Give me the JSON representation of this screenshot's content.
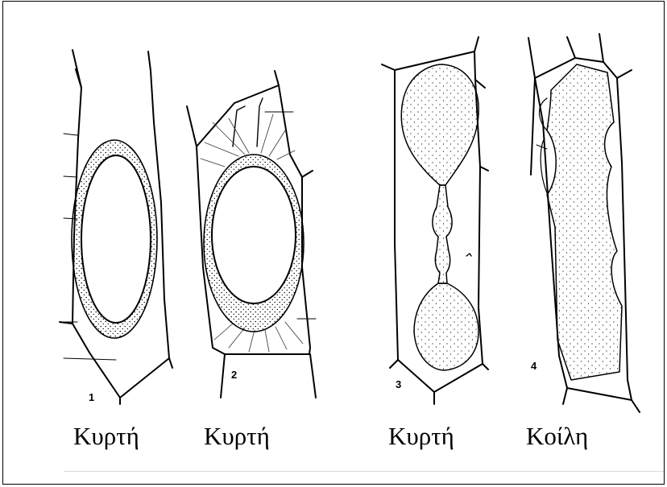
{
  "figure": {
    "cells": [
      {
        "number": "1",
        "caption": "Κυρτή"
      },
      {
        "number": "2",
        "caption": "Κυρτή"
      },
      {
        "number": "3",
        "caption": "Κυρτή"
      },
      {
        "number": "4",
        "caption": "Κοίλη"
      }
    ]
  }
}
